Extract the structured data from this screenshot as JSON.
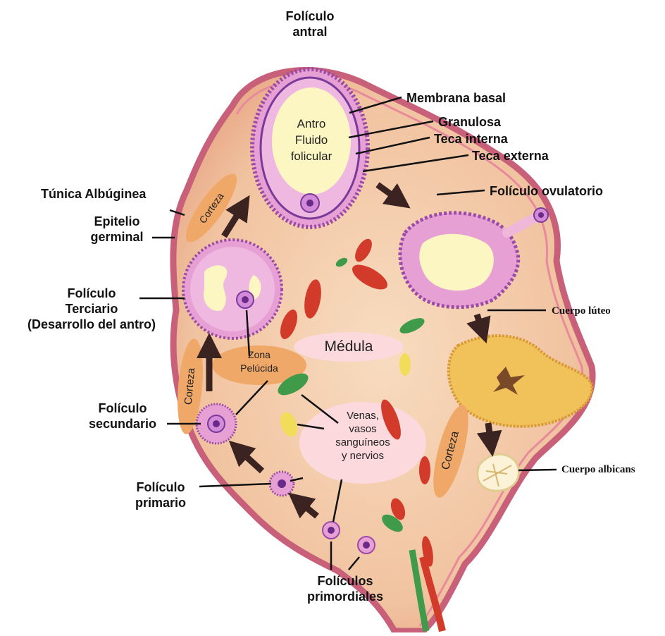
{
  "labels": {
    "antral_follicle": [
      "Folículo",
      "antral"
    ],
    "basal_membrane": "Membrana basal",
    "granulosa": "Granulosa",
    "theca_interna": "Teca interna",
    "theca_externa": "Teca externa",
    "ovulatory_follicle": "Folículo  ovulatorio",
    "tunica_albuginea": "Túnica Albúginea",
    "germinal_epithelium": [
      "Epitelio",
      "germinal"
    ],
    "tertiary_follicle": [
      "Folículo",
      "Terciario",
      "(Desarrollo del antro)"
    ],
    "corpus_luteum": "Cuerpo lúteo",
    "secondary_follicle": [
      "Folículo",
      "secundario"
    ],
    "primary_follicle": [
      "Folículo",
      "primario"
    ],
    "corpus_albicans": "Cuerpo albicans",
    "primordial_follicles": [
      "Folículos",
      "primordiales"
    ]
  },
  "inner_labels": {
    "antrum": [
      "Antro",
      "Fluido",
      "folicular"
    ],
    "medulla": "Médula",
    "zona_pellucida": [
      "Zona",
      "Pelúcida"
    ],
    "vessels": [
      "Venas,",
      "vasos",
      "sanguíneos",
      "y nervios"
    ],
    "cortex_top": "Corteza",
    "cortex_left": "Corteza",
    "cortex_right": "Corteza"
  },
  "colors": {
    "ovary_stroma": "#f3c9a8",
    "ovary_edge": "#c9607a",
    "follicle_fill": "#e9a8d8",
    "follicle_edge": "#9b4aa8",
    "antrum_fluid": "#fbf6c2",
    "cortex_oval": "#f0a868",
    "medulla_oval": "#fbd9dd",
    "corpus_luteum": "#f2c25a",
    "blood_red": "#d23a2a",
    "vessel_green": "#3f9a4a",
    "nerve_yellow": "#f2dd5a"
  }
}
